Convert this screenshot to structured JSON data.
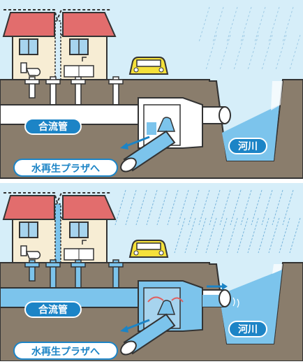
{
  "panels": [
    {
      "pipe_label": "合流管",
      "river_label": "河川",
      "destination_label": "水再生プラザへ",
      "rain": "light",
      "river_overflow": false
    },
    {
      "pipe_label": "合流管",
      "river_label": "河川",
      "destination_label": "水再生プラザへ",
      "rain": "heavy",
      "river_overflow": true
    }
  ],
  "colors": {
    "sky": "#d6eef9",
    "ground": "#8a7d6c",
    "roof": "#e26d6d",
    "wall": "#f7edd4",
    "pipe_fill": "#ffffff",
    "water": "#7cc4ec",
    "water_dark": "#1c84c6",
    "label_bg": "#1c84c6",
    "car": "#f5e13a",
    "arrow": "#e06060"
  },
  "icons": [
    "house-icon",
    "toilet-icon",
    "kitchen-sink-icon",
    "car-icon",
    "rain-streaks",
    "arrow-icon"
  ]
}
